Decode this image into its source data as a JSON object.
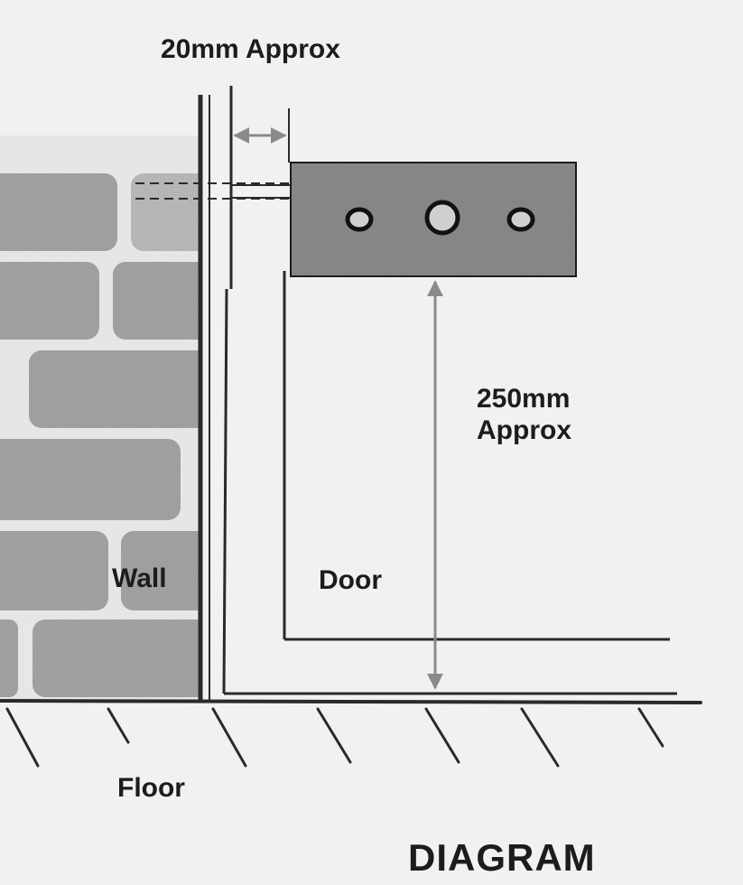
{
  "labels": {
    "gap": "20mm Approx",
    "height_value": "250mm",
    "height_unit": "Approx",
    "wall": "Wall",
    "door": "Door",
    "floor": "Floor",
    "caption": "DIAGRAM"
  },
  "colors": {
    "background": "#f1f1f1",
    "brick": "#a6a6a6",
    "mortar": "#e6e6e6",
    "line": "#2a2a2a",
    "plate": "#8c8c8c",
    "arrow": "#8a8a8a",
    "text": "#1c1c1c"
  }
}
